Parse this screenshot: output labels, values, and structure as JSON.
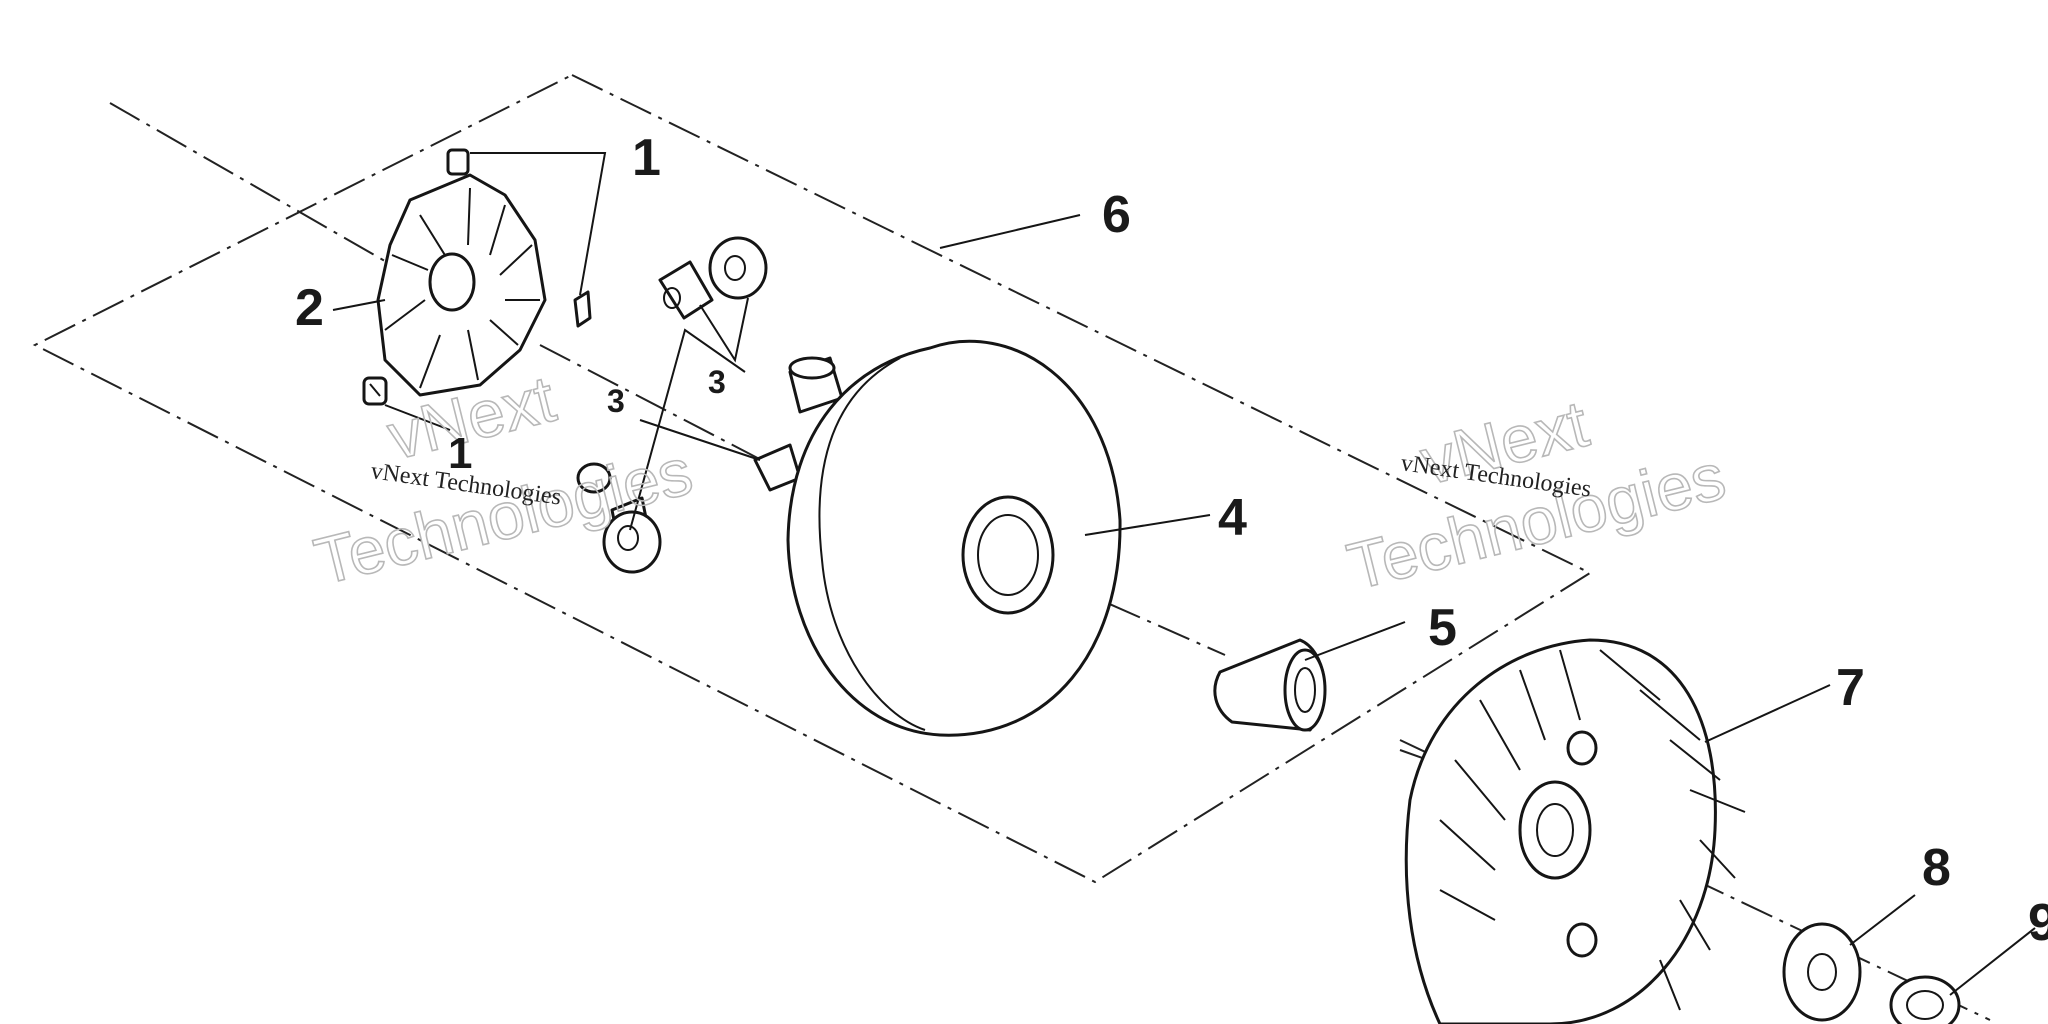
{
  "callouts": {
    "c1a": "1",
    "c1b": "1",
    "c2": "2",
    "c3a": "3",
    "c3b": "3",
    "c4": "4",
    "c5": "5",
    "c6": "6",
    "c7": "7",
    "c8": "8",
    "c9": "9"
  },
  "watermark": {
    "line1": "vNext Technologies",
    "big_top": "vNext",
    "big_bottom": "Technologies"
  },
  "colors": {
    "ink": "#151515",
    "watermark_outline": "#b8b8b8",
    "background": "#ffffff"
  }
}
